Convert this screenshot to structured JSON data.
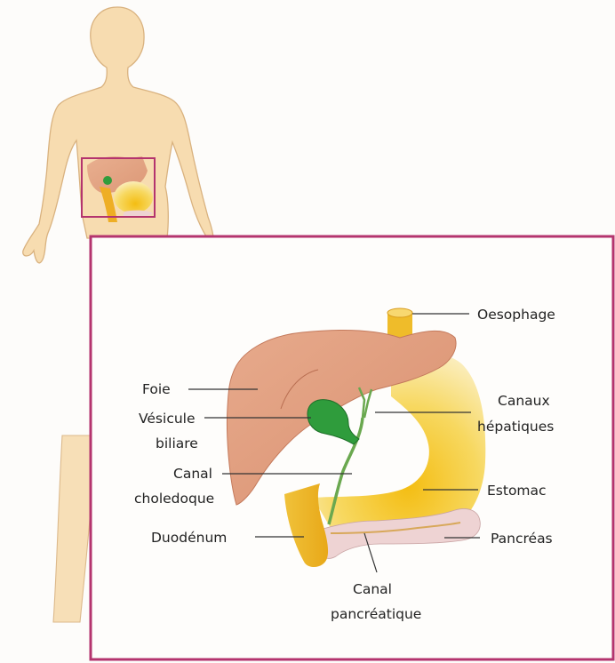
{
  "labels": {
    "oesophage": "Oesophage",
    "foie": "Foie",
    "canaux_line1": "Canaux",
    "canaux_line2": "hépatiques",
    "vesicule_line1": "Vésicule",
    "vesicule_line2": "biliare",
    "canal_chol_line1": "Canal",
    "canal_chol_line2": "choledoque",
    "estomac": "Estomac",
    "duodenum": "Duodénum",
    "pancreas": "Pancréas",
    "canal_panc_line1": "Canal",
    "canal_panc_line2": "pancréatique"
  },
  "colors": {
    "frame": "#b4346e",
    "body": "#f7dcb0",
    "body_outline": "#d9b27f",
    "liver": "#dd9a7c",
    "gallbladder": "#2f9c3c",
    "stomach": "#f2c418",
    "pancreas": "#eed3d3"
  }
}
